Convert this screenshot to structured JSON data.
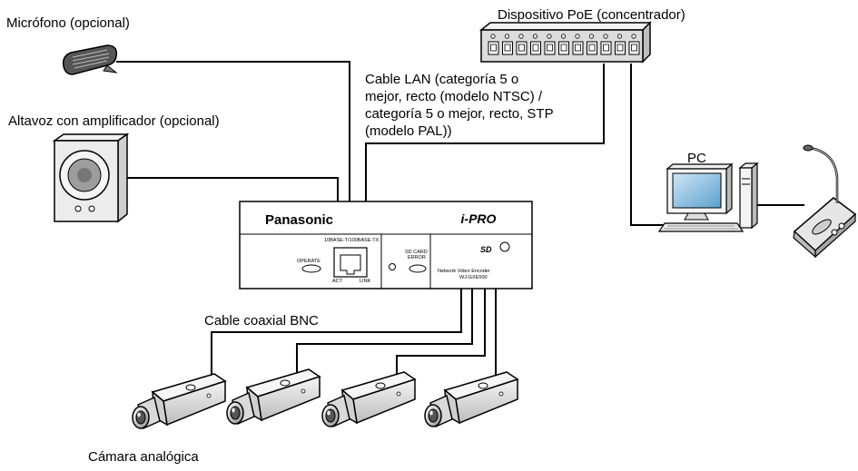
{
  "labels": {
    "microphone": "Micrófono (opcional)",
    "speaker": "Altavoz con amplificador (opcional)",
    "poe_device": "Dispositivo PoE (concentrador)",
    "lan_cable": [
      "Cable LAN (categoría 5 o",
      "mejor, recto (modelo NTSC) /",
      "categoría 5 o mejor, recto, STP",
      "(modelo PAL))"
    ],
    "pc": "PC",
    "coax_cable": "Cable coaxial BNC",
    "analog_camera": "Cámara analógica"
  },
  "encoder": {
    "brand": "Panasonic",
    "logo": "i-PRO",
    "port_label": "10BASE-T/100BASE-TX",
    "operate": "OPERATE",
    "act": "ACT",
    "link": "LINK",
    "sd_card_error_line1": "SD CARD",
    "sd_card_error_line2": "ERROR",
    "product_line1": "Network Video Encoder",
    "product_line2": "WJ-GXE500",
    "sd_logo": "SD"
  },
  "colors": {
    "line": "#000000",
    "device_fill": "#ffffff",
    "camera_body": "#e9e9e9",
    "camera_shadow": "#9a9a9a",
    "screen": "#6fb0d8"
  }
}
